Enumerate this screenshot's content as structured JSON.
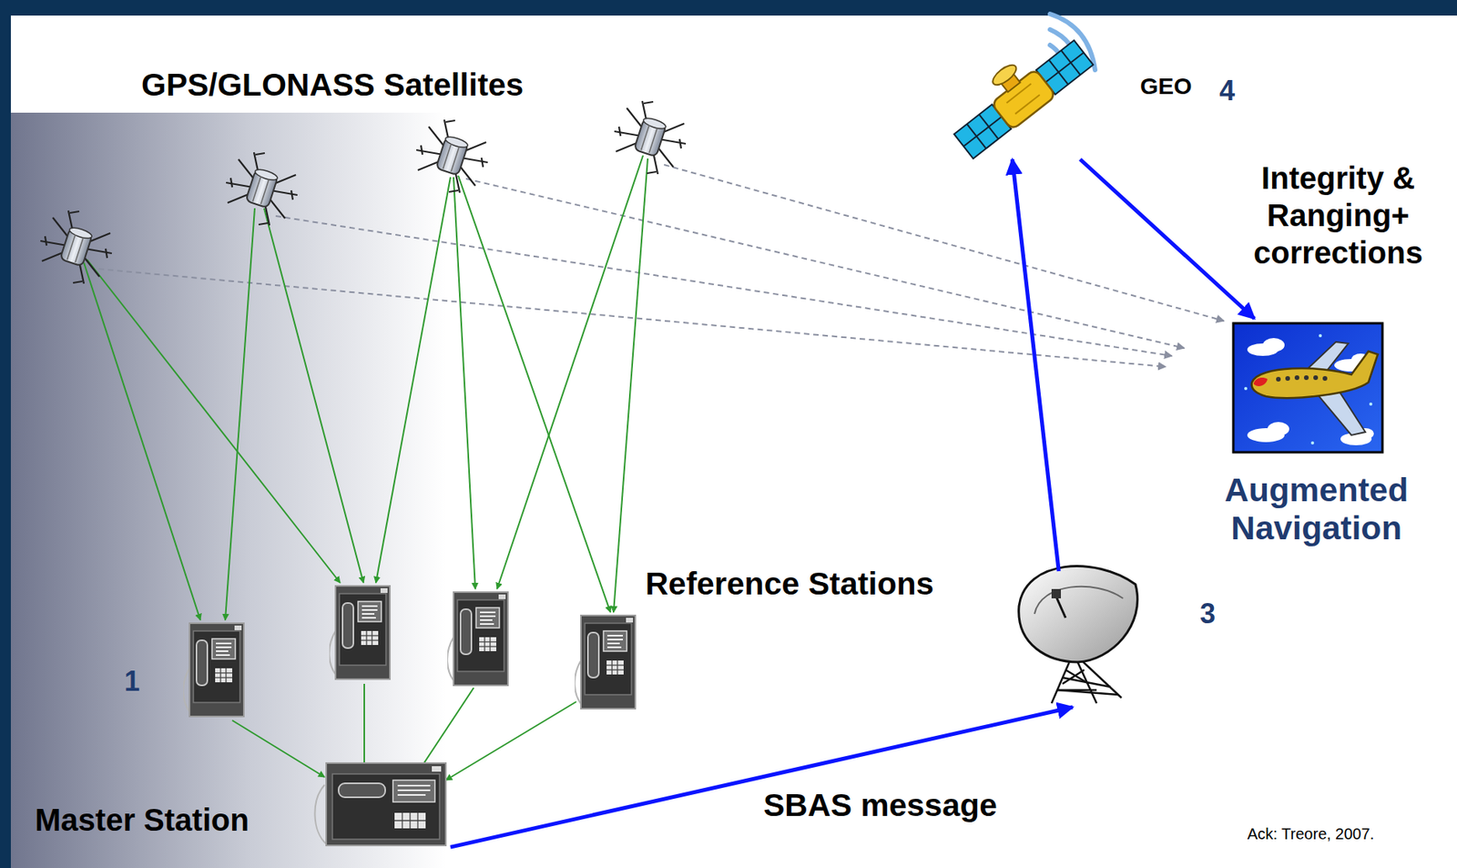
{
  "diagram": {
    "nodes": [
      {
        "text": [
          "Master Station"
        ]
      },
      {
        "text": [
          "3"
        ]
      },
      {
        "text": [
          "GEO",
          "4"
        ]
      },
      {
        "text": [
          "Augmented Navigation"
        ]
      }
    ],
    "edges": [
      {
        "from": 0,
        "to": 1,
        "arrow": "to",
        "label": "SBAS message"
      },
      {
        "from": 1,
        "to": 2,
        "arrow": "to"
      },
      {
        "from": 2,
        "to": 3,
        "arrow": "to",
        "label": "Integrity & Ranging+ corrections"
      }
    ],
    "labels": [
      "GPS/GLONASS Satellites",
      "Reference Stations",
      "1",
      "Ack: Treore, 2007."
    ]
  }
}
